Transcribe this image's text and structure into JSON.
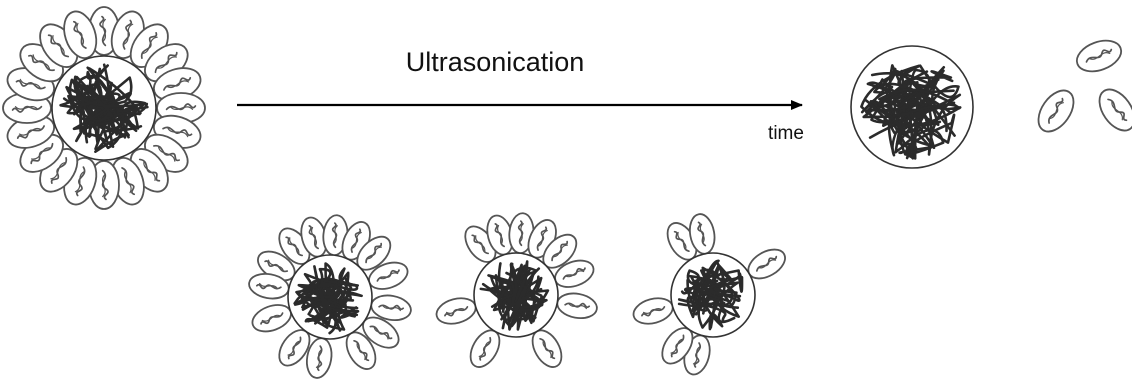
{
  "diagram": {
    "process_label": "Ultrasonication",
    "axis_label": "time",
    "colors": {
      "chain": "#2b2b2b",
      "particle": "#555555",
      "outline": "#333333",
      "arrow": "#000000",
      "background": "#ffffff"
    },
    "stages": [
      {
        "id": "initial",
        "shell_particles": 20
      },
      {
        "id": "intermediate-1",
        "shell_particles": 14
      },
      {
        "id": "intermediate-2",
        "shell_particles": 10
      },
      {
        "id": "intermediate-3",
        "shell_particles": 6
      },
      {
        "id": "final",
        "shell_particles": 0
      }
    ],
    "detached_particles": 3
  }
}
